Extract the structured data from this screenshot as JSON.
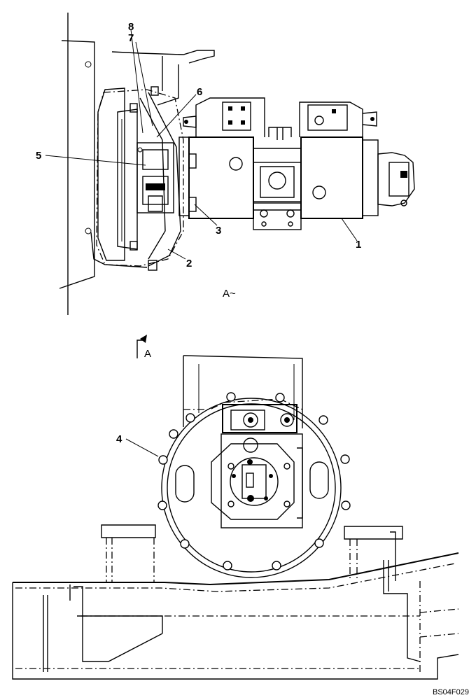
{
  "callouts": [
    "1",
    "2",
    "3",
    "4",
    "5",
    "6",
    "7",
    "8"
  ],
  "view": {
    "label": "A~",
    "marker": "A"
  },
  "drawing_code": "BS04F029"
}
